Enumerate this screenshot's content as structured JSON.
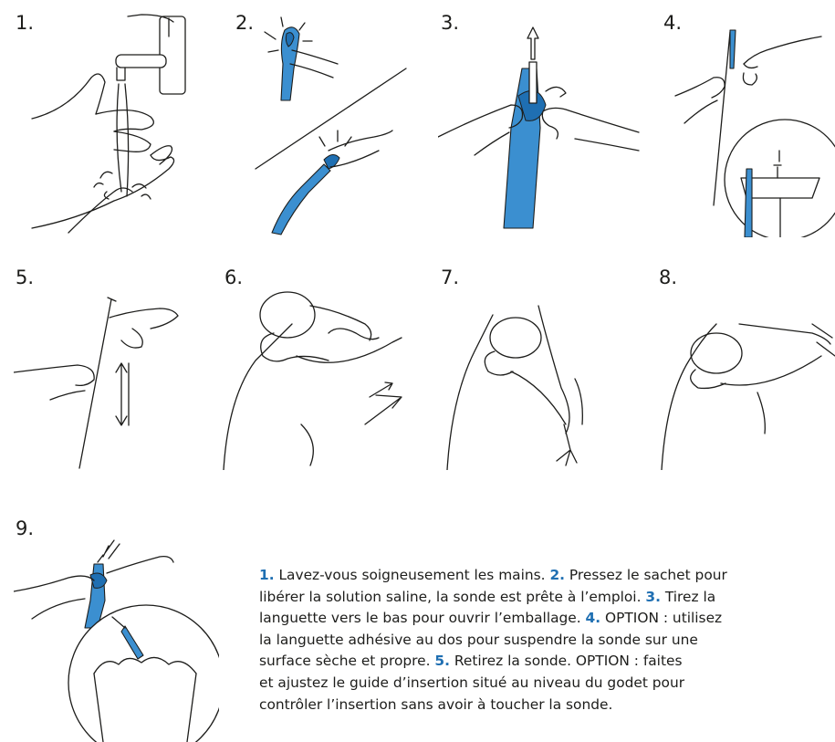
{
  "steps": [
    {
      "num": "1."
    },
    {
      "num": "2."
    },
    {
      "num": "3."
    },
    {
      "num": "4."
    },
    {
      "num": "5."
    },
    {
      "num": "6."
    },
    {
      "num": "7."
    },
    {
      "num": "8."
    },
    {
      "num": "9."
    }
  ],
  "instructions": {
    "line1": {
      "n1": "1.",
      "t1": " Lavez-vous soigneusement les mains. ",
      "n2": "2.",
      "t2": " Pressez le sachet pour"
    },
    "line2": {
      "t1": "libérer la solution saline, la sonde est prête à l’emploi. ",
      "n3": "3.",
      "t2": " Tirez la"
    },
    "line3": {
      "t1": "languette vers le bas pour ouvrir l’emballage. ",
      "n4": "4.",
      "t2": " OPTION : utilisez"
    },
    "line4": {
      "t1": "la languette adhésive au dos pour suspendre la sonde sur une"
    },
    "line5": {
      "t1": "surface sèche et propre. ",
      "n5": "5.",
      "t2": " Retirez la sonde. OPTION : faites"
    },
    "line6": {
      "t1": "et ajustez le guide d’insertion situé au niveau du godet pour"
    },
    "line7": {
      "t1": "contrôler l’insertion sans avoir à toucher la sonde."
    }
  },
  "colors": {
    "accent": "#3b8fd0",
    "accent_dark": "#1f6fb2",
    "ink": "#1d1d1b"
  }
}
